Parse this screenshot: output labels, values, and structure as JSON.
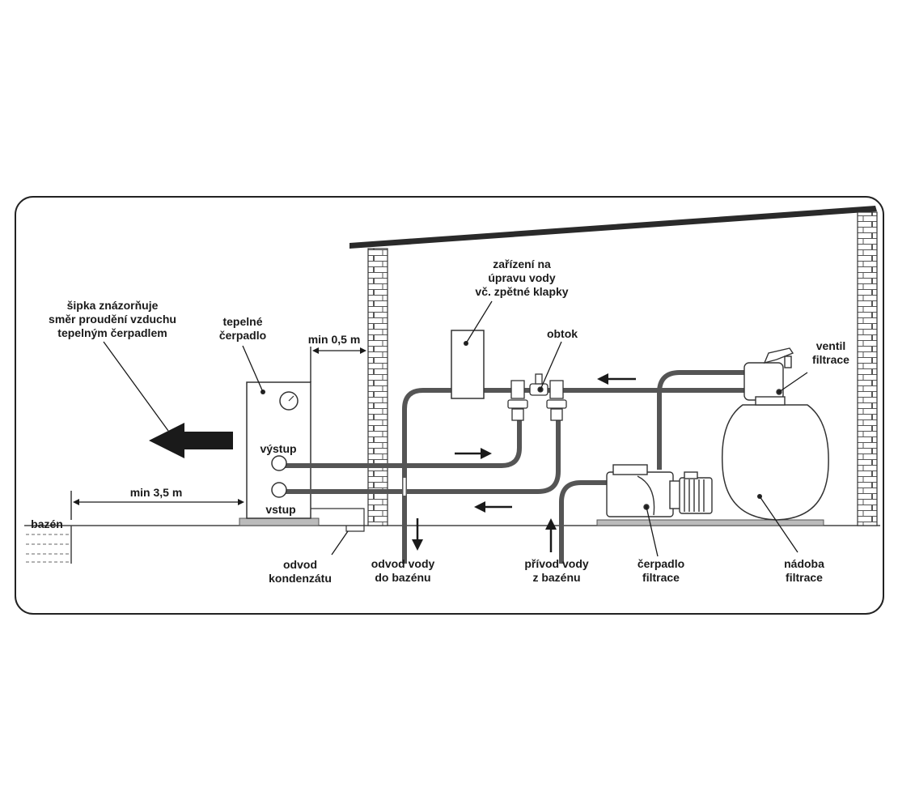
{
  "labels": {
    "arrow_note": [
      "šipka znázorňuje",
      "směr proudění vzduchu",
      "tepelným čerpadlem"
    ],
    "heat_pump": [
      "tepelné",
      "čerpadlo"
    ],
    "min_distance_wall": "min 0,5 m",
    "min_distance_pool": "min 3,5 m",
    "output": "výstup",
    "input": "vstup",
    "pool": "bazén",
    "condensate": [
      "odvod",
      "kondenzátu"
    ],
    "water_out": [
      "odvod vody",
      "do bazénu"
    ],
    "water_in": [
      "přívod vody",
      "z bazénu"
    ],
    "treatment": [
      "zařízení na",
      "úpravu vody",
      "vč. zpětné klapky"
    ],
    "bypass": "obtok",
    "filter_valve": [
      "ventil",
      "filtrace"
    ],
    "filter_pump": [
      "čerpadlo",
      "filtrace"
    ],
    "filter_vessel": [
      "nádoba",
      "filtrace"
    ]
  },
  "colors": {
    "pipe": "#555555",
    "outline": "#222222",
    "arrow": "#1a1a1a",
    "base": "#bbbbbb",
    "frame": "#222222"
  }
}
